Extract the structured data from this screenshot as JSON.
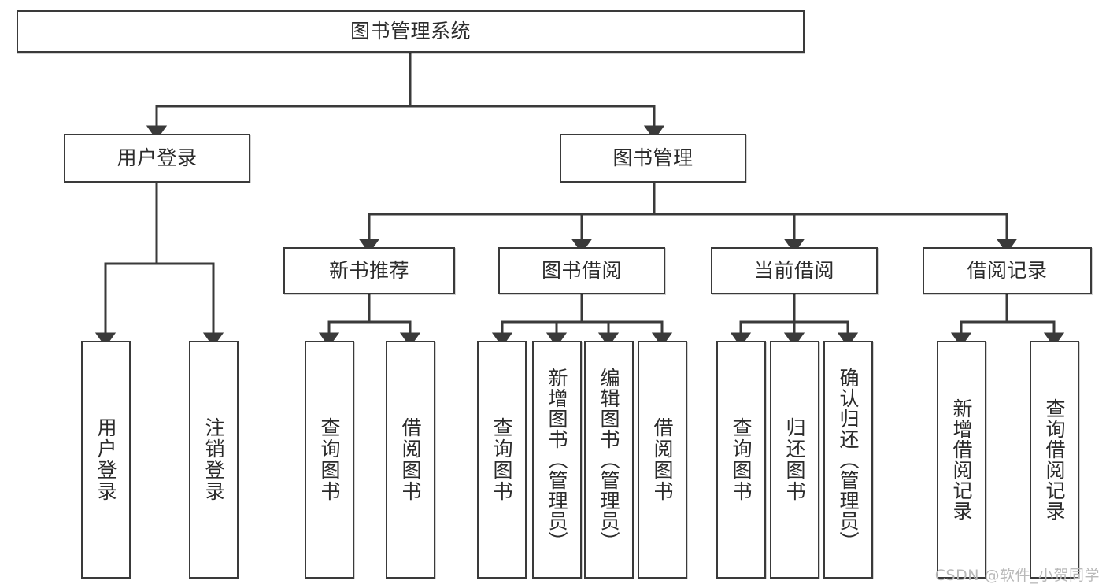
{
  "diagram": {
    "title": "图书管理系统",
    "type": "hierarchy-tree",
    "watermark": "CSDN @软件_小贺同学",
    "colors": {
      "box_border": "#3a3a3a",
      "box_fill": "#ffffff",
      "connector": "#3a3a3a",
      "text": "#2b2b2b",
      "watermark": "#b9b9b9"
    },
    "root": {
      "label": "图书管理系统"
    },
    "level2": [
      {
        "id": "user-login",
        "label": "用户登录"
      },
      {
        "id": "book-manage",
        "label": "图书管理"
      }
    ],
    "level3": [
      {
        "id": "new-book-recommend",
        "label": "新书推荐"
      },
      {
        "id": "book-borrow",
        "label": "图书借阅"
      },
      {
        "id": "current-borrow",
        "label": "当前借阅"
      },
      {
        "id": "borrow-record",
        "label": "借阅记录"
      }
    ],
    "leaves": {
      "user_login": [
        {
          "id": "leaf-user-login",
          "label": "用户登录"
        },
        {
          "id": "leaf-logout",
          "label": "注销登录"
        }
      ],
      "new_book_recommend": [
        {
          "id": "leaf-query-book-1",
          "label": "查询图书"
        },
        {
          "id": "leaf-borrow-book-1",
          "label": "借阅图书"
        }
      ],
      "book_borrow": [
        {
          "id": "leaf-query-book-2",
          "label": "查询图书"
        },
        {
          "id": "leaf-add-book",
          "label": "新增图书（管理员）"
        },
        {
          "id": "leaf-edit-book",
          "label": "编辑图书（管理员）"
        },
        {
          "id": "leaf-borrow-book-2",
          "label": "借阅图书"
        }
      ],
      "current_borrow": [
        {
          "id": "leaf-query-book-3",
          "label": "查询图书"
        },
        {
          "id": "leaf-return-book",
          "label": "归还图书"
        },
        {
          "id": "leaf-confirm-return",
          "label": "确认归还（管理员）"
        }
      ],
      "borrow_record": [
        {
          "id": "leaf-add-record",
          "label": "新增借阅记录"
        },
        {
          "id": "leaf-query-record",
          "label": "查询借阅记录"
        }
      ]
    }
  }
}
